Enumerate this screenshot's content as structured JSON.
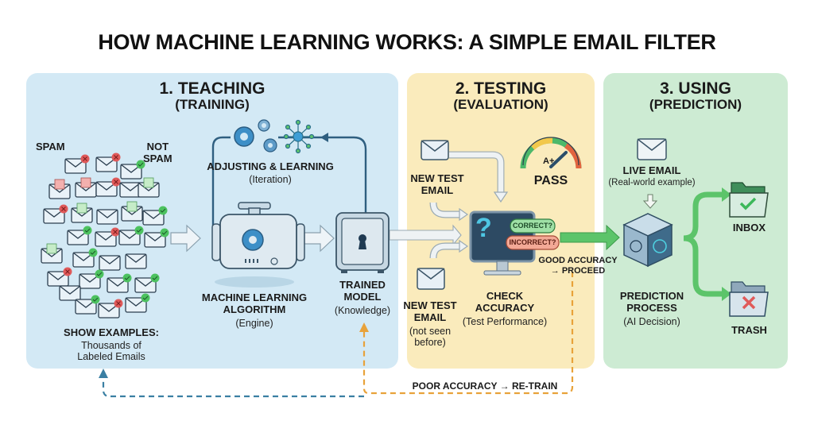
{
  "title": "HOW MACHINE LEARNING WORKS: A SIMPLE EMAIL FILTER",
  "colors": {
    "teach_bg": "#d3e9f5",
    "test_bg": "#faebbc",
    "use_bg": "#cdebd3",
    "spam": "#e05a5a",
    "ham": "#4cc25f",
    "retrain_blue": "#3a7fa3",
    "retrain_orange": "#e8a23a",
    "proceed_green": "#5cc46a"
  },
  "teaching": {
    "heading": "1. TEACHING",
    "subheading": "(TRAINING)",
    "spam_label": "SPAM",
    "not_spam_label": "NOT\nSPAM",
    "not_spam_line1": "NOT",
    "not_spam_line2": "SPAM",
    "adjusting_label": "ADJUSTING & LEARNING",
    "adjusting_sub": "(Iteration)",
    "algorithm_line1": "MACHINE LEARNING",
    "algorithm_line2": "ALGORITHM",
    "algorithm_sub": "(Engine)",
    "model_line1": "TRAINED",
    "model_line2": "MODEL",
    "model_sub": "(Knowledge)",
    "examples_label": "SHOW EXAMPLES:",
    "examples_sub1": "Thousands of",
    "examples_sub2": "Labeled Emails",
    "icons": [
      "envelope-icon",
      "spam-x-badge-icon",
      "not-spam-check-badge-icon",
      "gears-icon",
      "network-node-icon",
      "engine-icon",
      "safe-keyhole-icon"
    ]
  },
  "testing": {
    "heading": "2. TESTING",
    "subheading": "(EVALUATION)",
    "new_test_email_1": "NEW TEST",
    "new_test_email_2": "EMAIL",
    "new_test_email_b1": "NEW TEST",
    "new_test_email_b2": "EMAIL",
    "not_seen_1": "(not seen",
    "not_seen_2": "before)",
    "gauge_grade": "A+",
    "pass_label": "PASS",
    "correct_bubble": "CORRECT?",
    "incorrect_bubble": "INCORRECT?",
    "question_mark": "?",
    "check_1": "CHECK",
    "check_2": "ACCURACY",
    "check_sub": "(Test Performance)",
    "good_1": "GOOD ACCURACY",
    "good_2": "→ PROCEED"
  },
  "using": {
    "heading": "3. USING",
    "subheading": "(PREDICTION)",
    "live_email": "LIVE EMAIL",
    "live_sub": "(Real-world example)",
    "process_1": "PREDICTION",
    "process_2": "PROCESS",
    "process_sub": "(AI Decision)",
    "inbox": "INBOX",
    "trash": "TRASH"
  },
  "feedback": {
    "retrain_label": "POOR ACCURACY → RE-TRAIN"
  }
}
